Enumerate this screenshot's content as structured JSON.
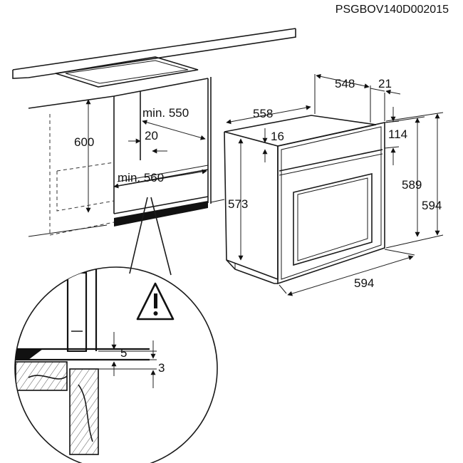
{
  "drawing_code": "PSGBOV140D002015",
  "dims": {
    "cab_height": "600",
    "cab_depth": "min. 550",
    "cab_gap": "20",
    "cab_width": "min. 560",
    "oven_depth": "548",
    "oven_door": "21",
    "oven_top_width": "558",
    "panel_offset": "16",
    "panel_height": "114",
    "body_height": "573",
    "inner_height": "589",
    "total_height": "594",
    "total_width": "594",
    "detail_gap_5": "5",
    "detail_gap_3": "3"
  },
  "warning_symbol": "warning-triangle-icon",
  "colors": {
    "line": "#1a1a1a",
    "background": "#ffffff"
  }
}
